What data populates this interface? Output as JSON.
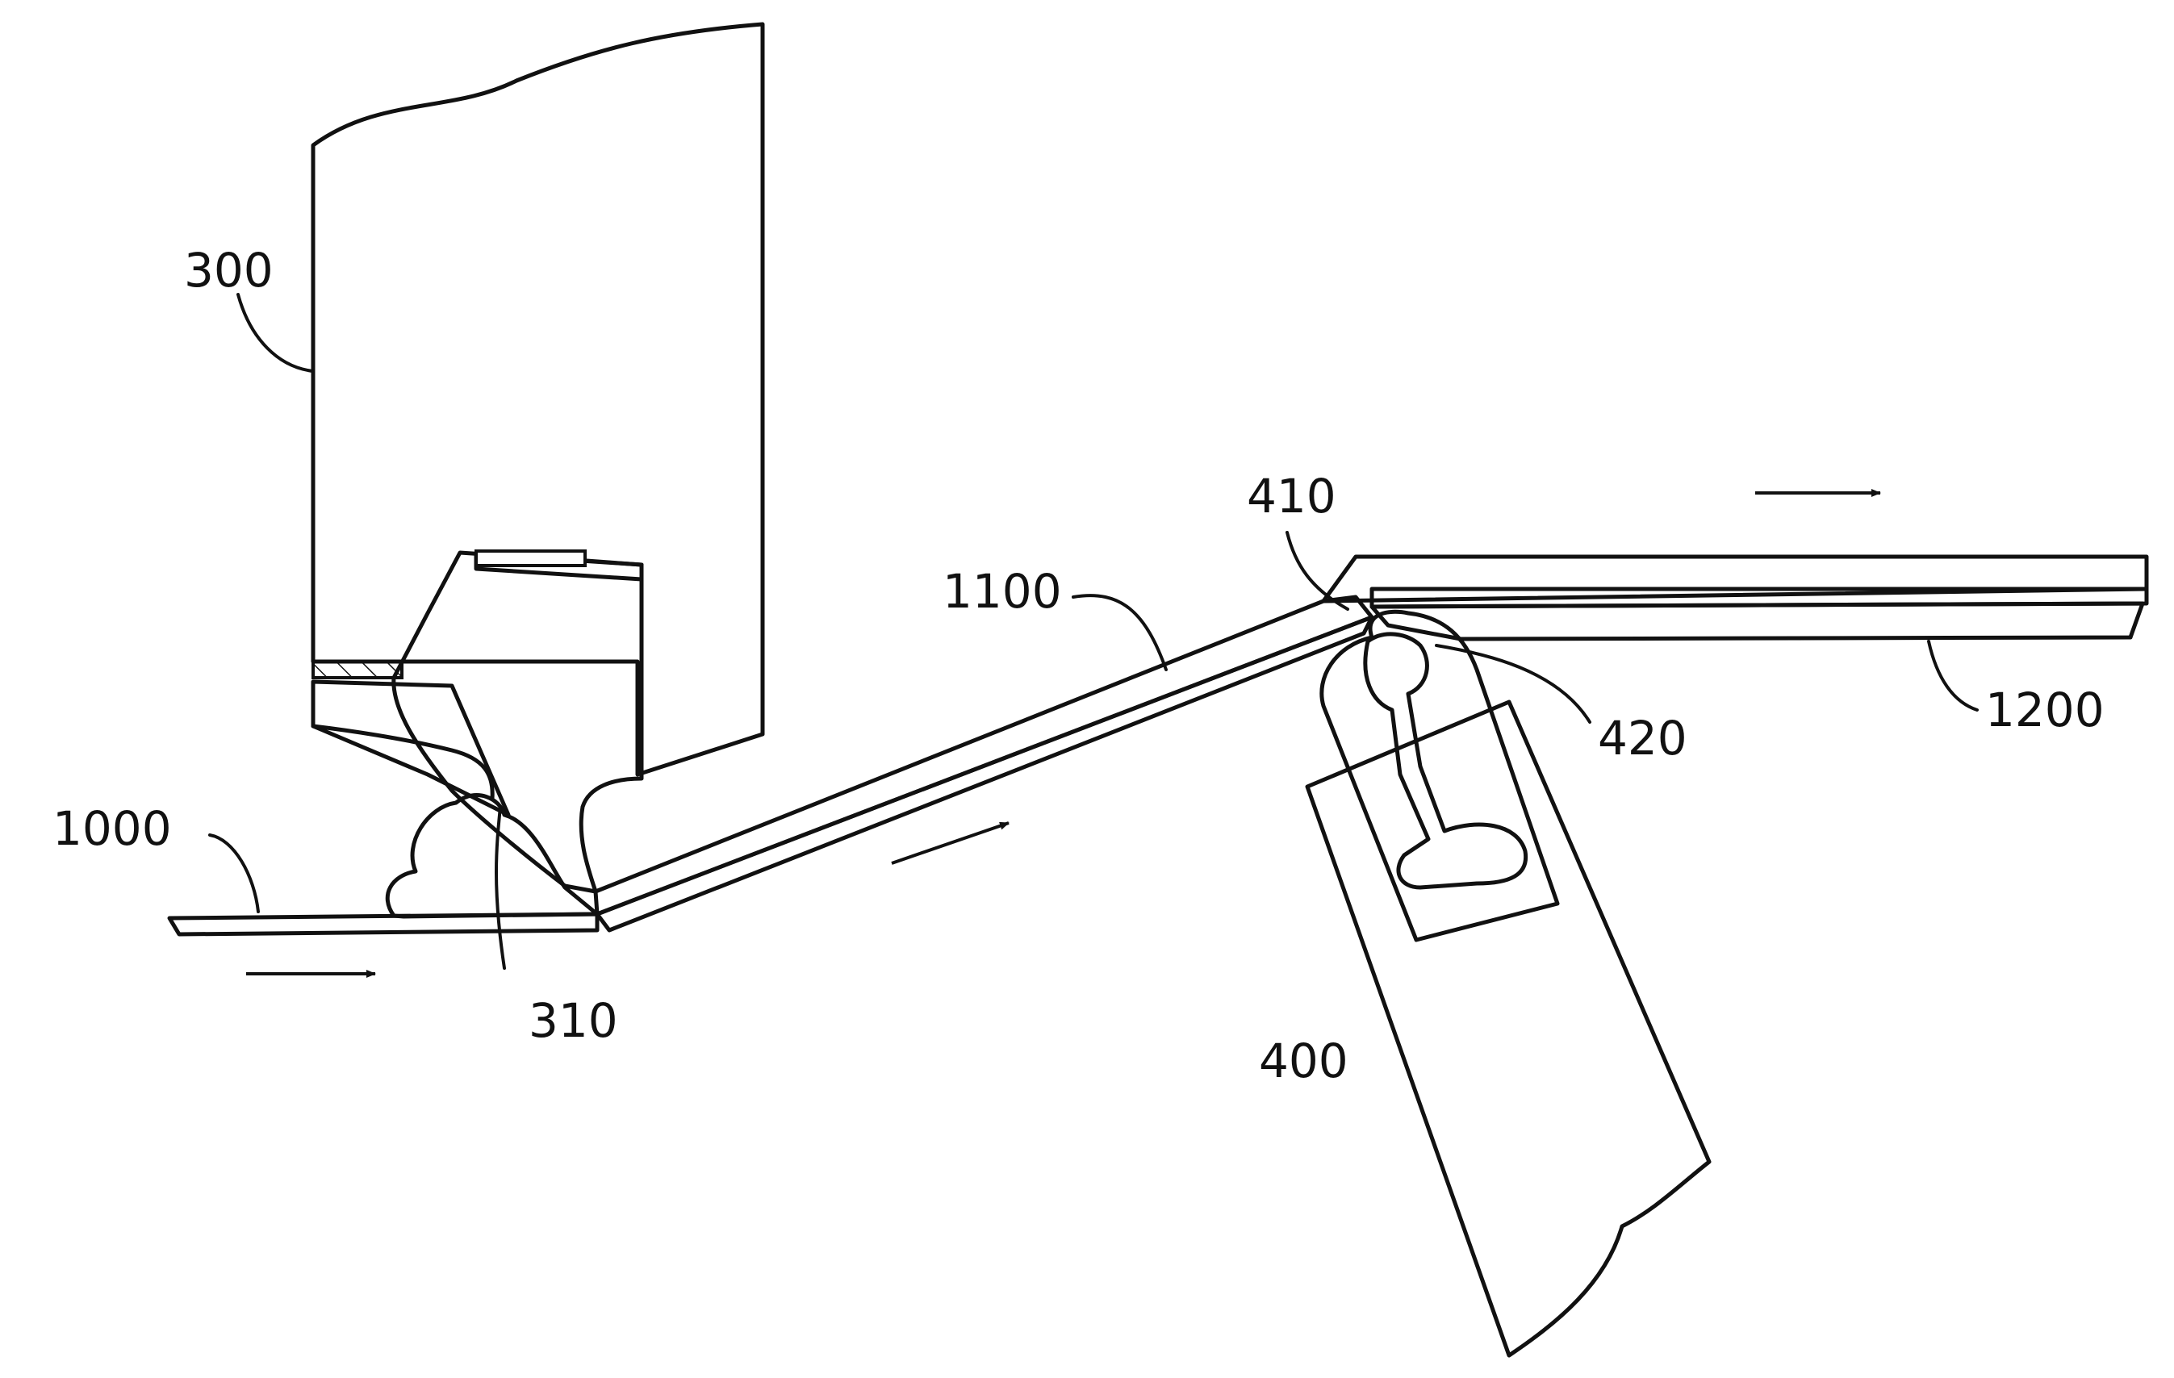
{
  "figure": {
    "line_color": "#111111",
    "background": "#ffffff",
    "labels": {
      "die_upper": "300",
      "die_upper_tip": "310",
      "die_lower": "400",
      "die_lower_surface": "410",
      "die_lower_insert": "420",
      "sheet_initial": "1000",
      "sheet_intermediate": "1100",
      "sheet_final": "1200"
    }
  }
}
